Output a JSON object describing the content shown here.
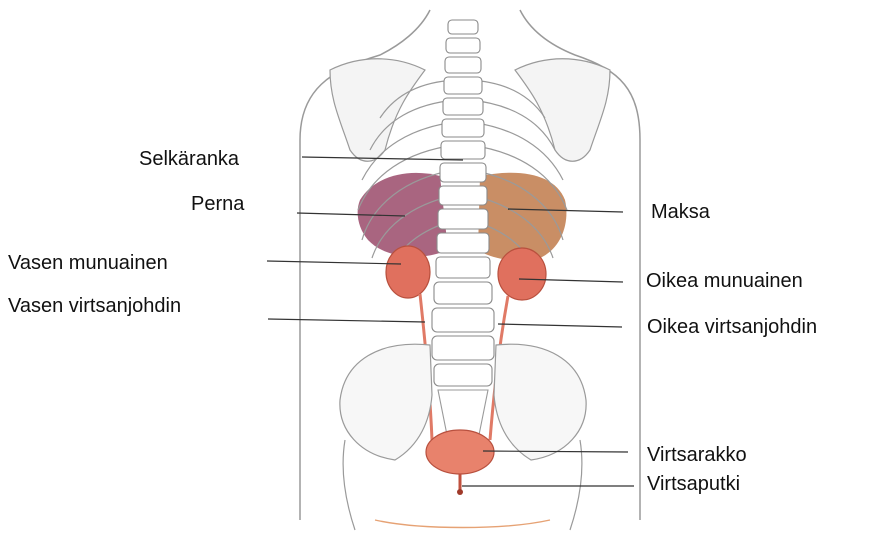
{
  "diagram": {
    "labels": {
      "spine": "Selkäranka",
      "spleen": "Perna",
      "liver": "Maksa",
      "left_kidney": "Vasen munuainen",
      "right_kidney": "Oikea munuainen",
      "left_ureter": "Vasen virtsanjohdin",
      "right_ureter": "Oikea virtsanjohdin",
      "bladder": "Virtsarakko",
      "urethra": "Virtsaputki"
    },
    "colors": {
      "outline": "#8a8a8a",
      "bone": "#ffffff",
      "kidney": "#e0705e",
      "liver": "#c07a4a",
      "spleen": "#9a4a6a",
      "bladder": "#e8826c",
      "ureter": "#e07a66",
      "leader_line": "#333333"
    }
  }
}
